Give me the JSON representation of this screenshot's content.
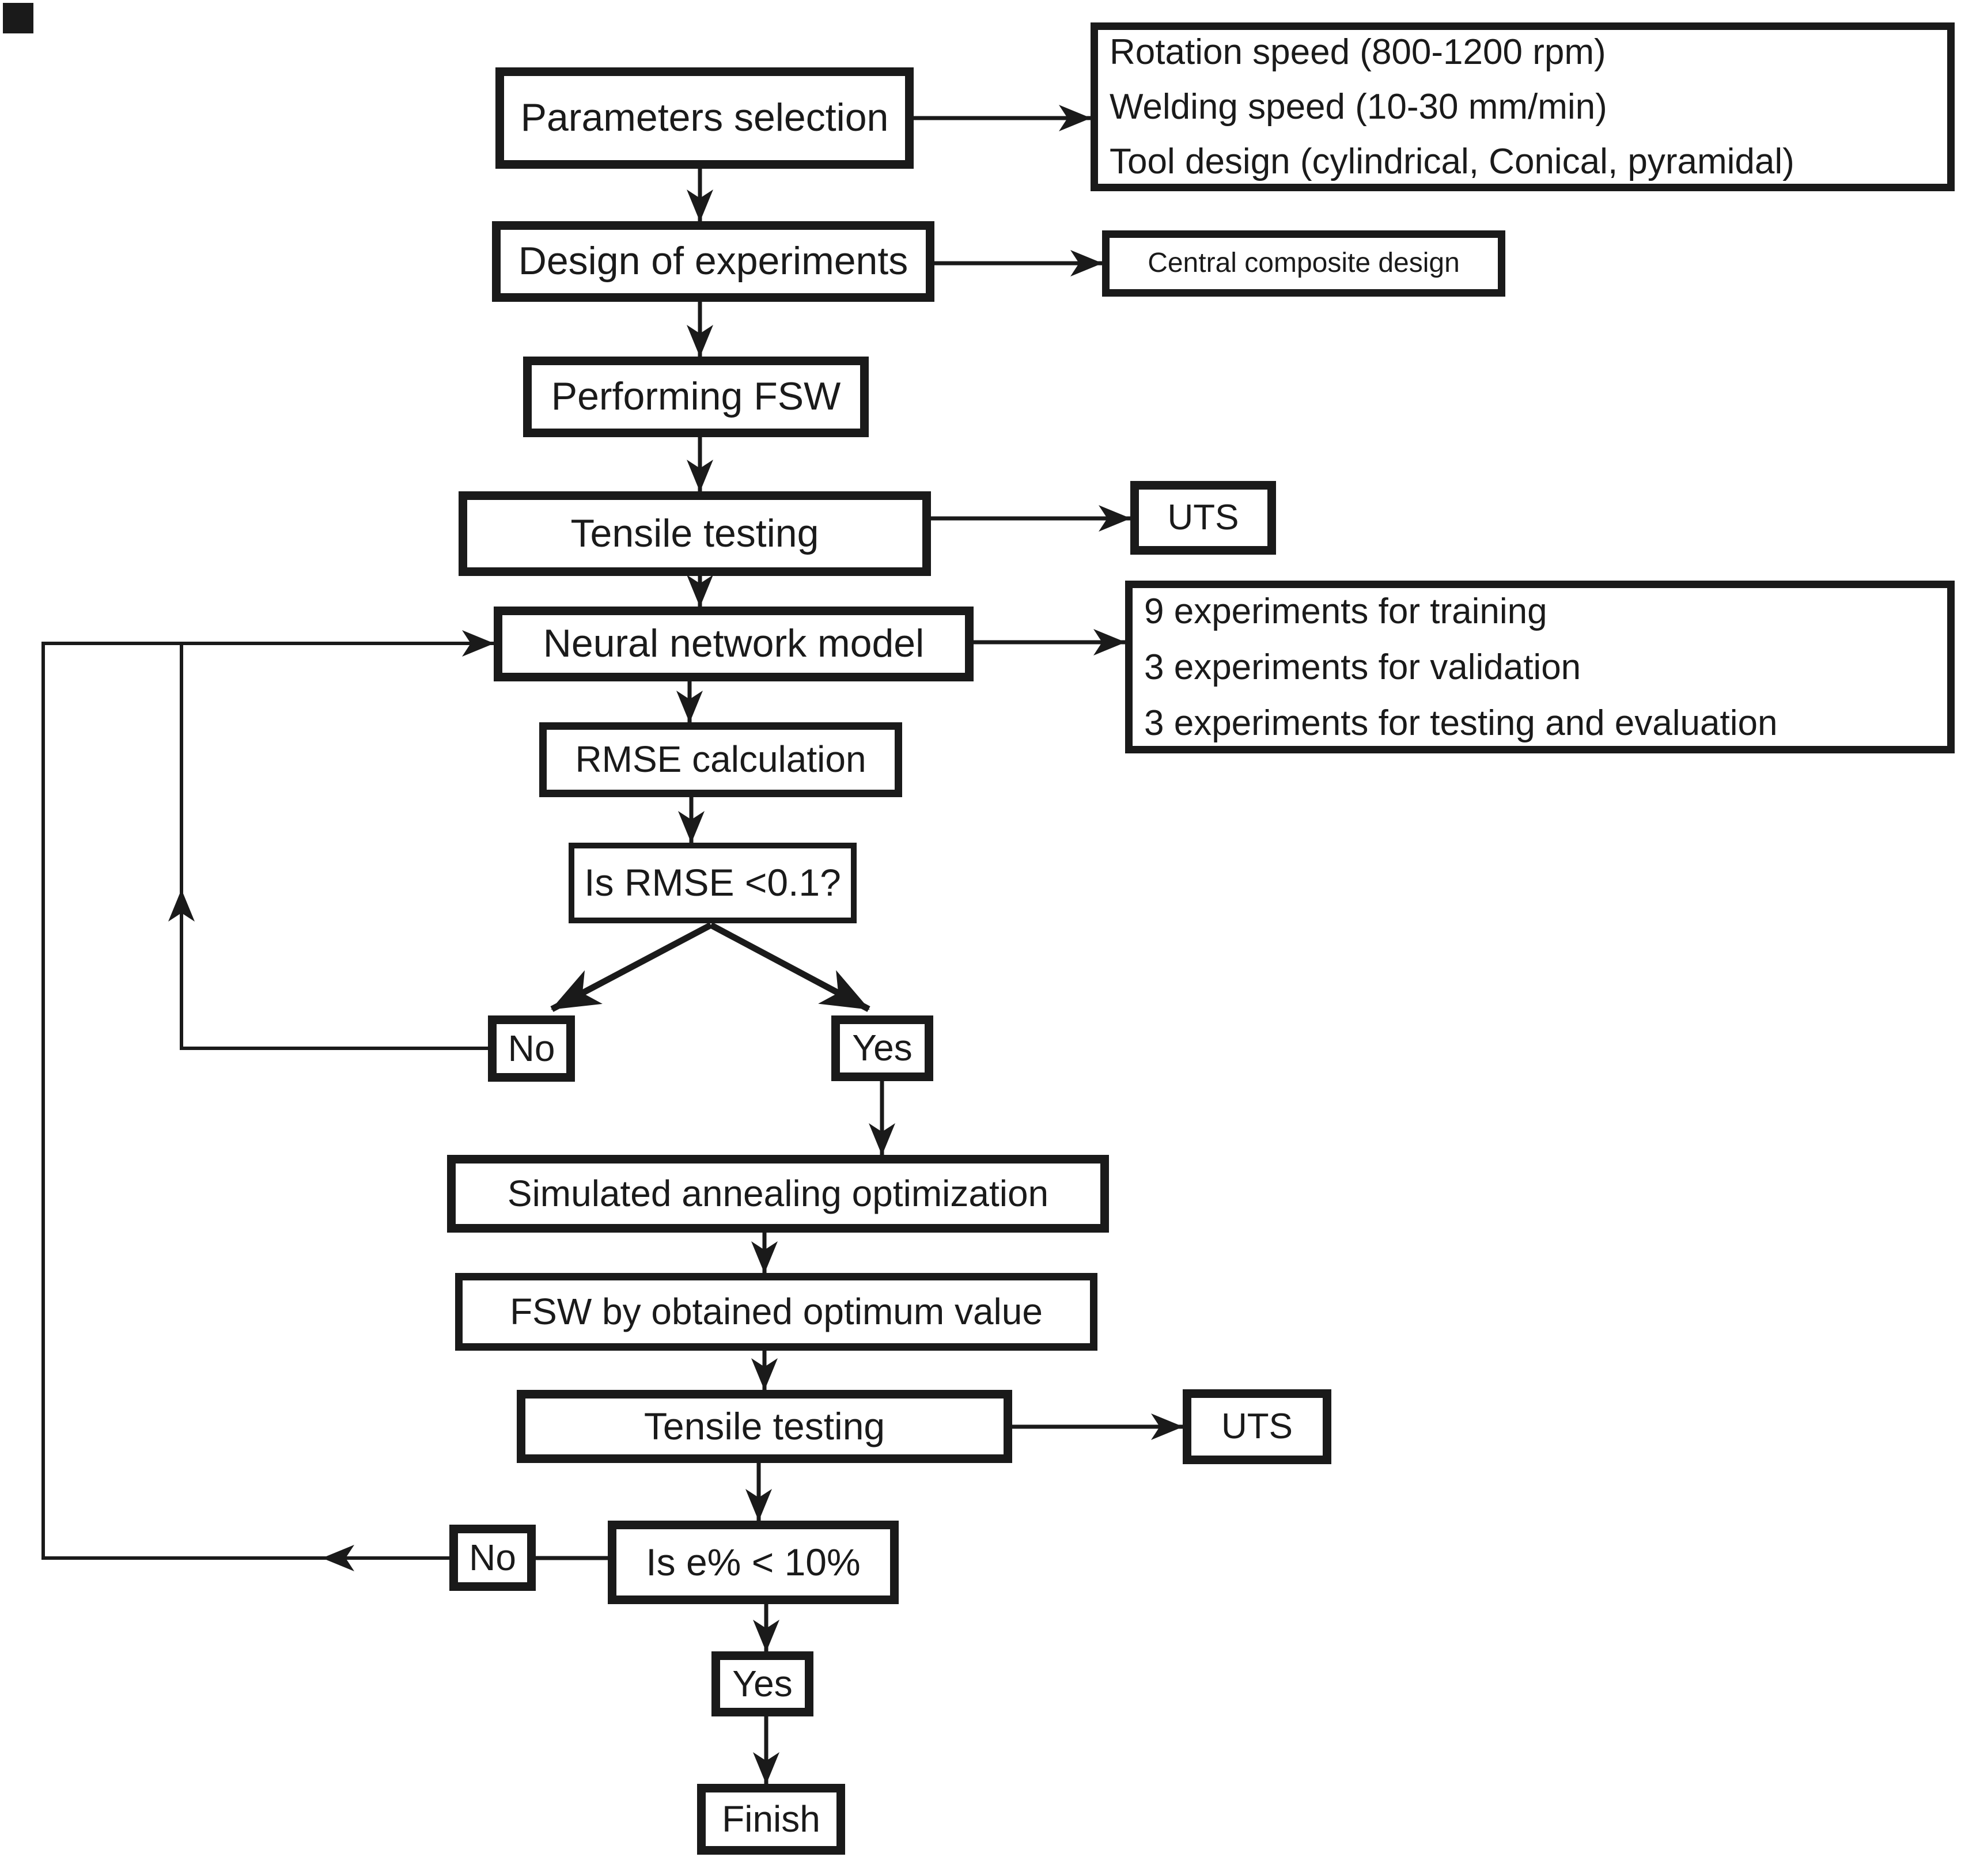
{
  "figure": {
    "background_color": "#ffffff",
    "ink_color": "#1a1a1a",
    "type": "flowchart"
  },
  "nodes": {
    "params": {
      "label": "Parameters selection"
    },
    "params_detail": {
      "lines": [
        "Rotation speed (800-1200 rpm)",
        "Welding speed (10-30 mm/min)",
        "Tool design (cylindrical, Conical, pyramidal)"
      ]
    },
    "doe": {
      "label": "Design of experiments"
    },
    "ccd": {
      "label": "Central composite design"
    },
    "fsw": {
      "label": "Performing FSW"
    },
    "tensile1": {
      "label": "Tensile testing"
    },
    "uts1": {
      "label": "UTS"
    },
    "nn": {
      "label": "Neural network model"
    },
    "nn_detail": {
      "lines": [
        "9 experiments for training",
        "3 experiments for validation",
        "3 experiments for testing and evaluation"
      ]
    },
    "rmse": {
      "label": "RMSE calculation"
    },
    "is_rmse": {
      "label": "Is RMSE <0.1?"
    },
    "no1": {
      "label": "No"
    },
    "yes1": {
      "label": "Yes"
    },
    "sim": {
      "label": "Simulated annealing optimization"
    },
    "fsw2": {
      "label": "FSW by obtained optimum value"
    },
    "tensile2": {
      "label": "Tensile testing"
    },
    "uts2": {
      "label": "UTS"
    },
    "is_e": {
      "label": "Is e% < 10%"
    },
    "no2": {
      "label": "No"
    },
    "yes2": {
      "label": "Yes"
    },
    "finish": {
      "label": "Finish"
    }
  }
}
